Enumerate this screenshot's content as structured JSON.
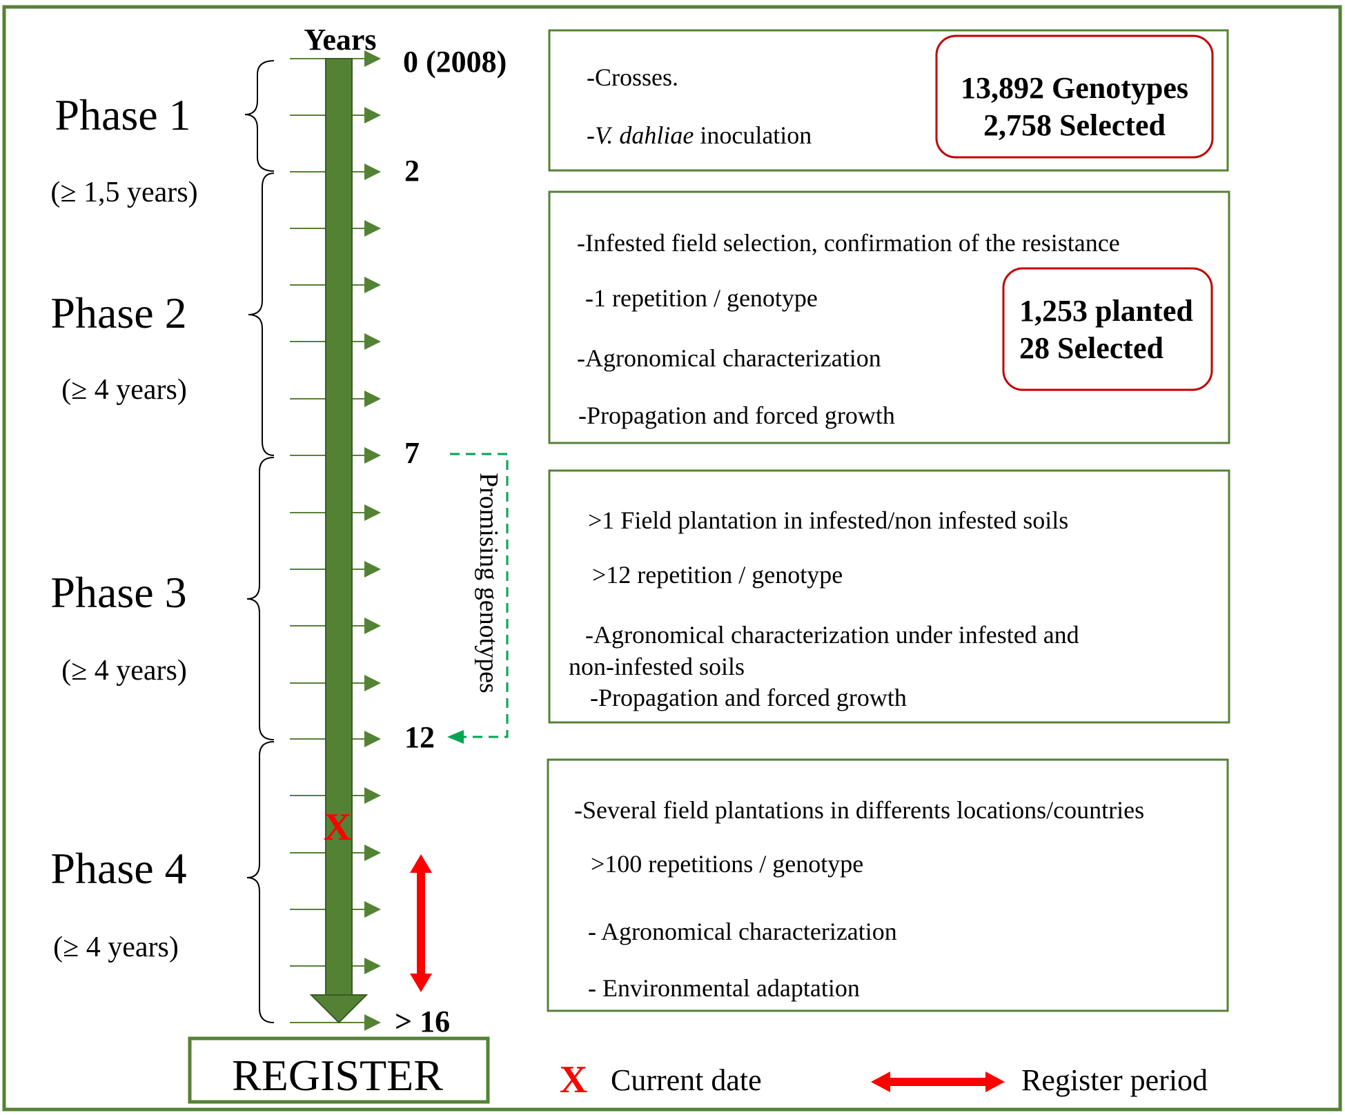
{
  "axis_title": "Years",
  "phases": [
    {
      "name": "Phase 1",
      "duration": "(≥ 1,5 years)"
    },
    {
      "name": "Phase 2",
      "duration": "(≥ 4 years)"
    },
    {
      "name": "Phase 3",
      "duration": "(≥ 4 years)"
    },
    {
      "name": "Phase 4",
      "duration": "(≥ 4 years)"
    }
  ],
  "year_labels": [
    "0 (2008)",
    "2",
    "7",
    "12",
    "> 16"
  ],
  "promising_label": "Promising genotypes",
  "boxes": [
    {
      "lines": [
        "-Crosses.",
        "-",
        "V. dahliae",
        " inoculation"
      ],
      "stats": [
        "13,892 Genotypes",
        "2,758 Selected"
      ]
    },
    {
      "lines": [
        "-Infested field selection, confirmation of the resistance",
        "-1 repetition / genotype",
        "-Agronomical characterization",
        "-Propagation and forced growth"
      ],
      "stats": [
        "1,253 planted",
        "28 Selected"
      ]
    },
    {
      "lines": [
        ">1 Field plantation in infested/non infested soils",
        ">12 repetition / genotype",
        "-Agronomical characterization under infested and",
        "non-infested soils",
        "-Propagation and forced growth"
      ]
    },
    {
      "lines": [
        "-Several field plantations in differents locations/countries",
        ">100 repetitions / genotype",
        "- Agronomical characterization",
        "- Environmental adaptation"
      ]
    }
  ],
  "register_label": "REGISTER",
  "current_marker": "X",
  "legend": {
    "current": "Current date",
    "register": "Register period"
  },
  "colors": {
    "frame": "#548235",
    "arrow": "#548235",
    "accent": "#ff0000",
    "dashed": "#00a651",
    "stat_border": "#c00000"
  }
}
